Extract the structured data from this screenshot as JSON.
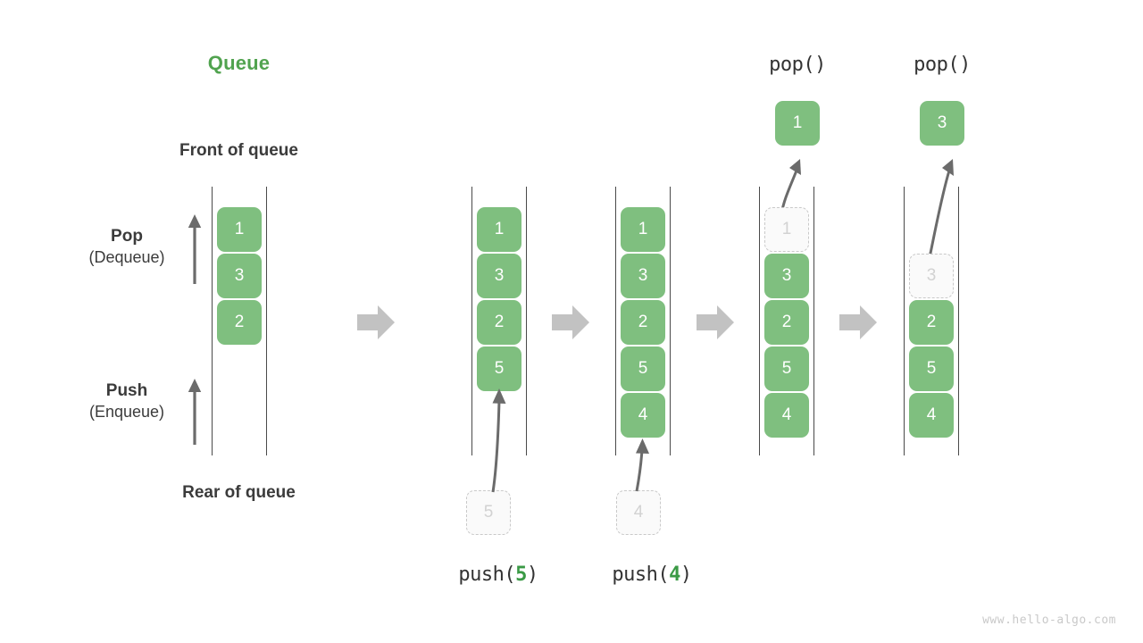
{
  "diagram": {
    "title": "Queue",
    "title_color": "#51a34f",
    "accent_green": "#7fbf7f",
    "accent_green_text": "#3a9a45",
    "ghost_fill": "#fafafa",
    "ghost_border": "#c9c9c9",
    "arrow_gray": "#c2c2c2",
    "line_gray": "#6b6b6b",
    "labels": {
      "front_of_queue": "Front of queue",
      "rear_of_queue": "Rear of queue",
      "pop_title": "Pop",
      "pop_sub": "(Dequeue)",
      "push_title": "Push",
      "push_sub": "(Enqueue)"
    },
    "watermark": "www.hello-algo.com",
    "columns": [
      {
        "id": "initial",
        "caption": "",
        "items": [
          "1",
          "3",
          "2"
        ],
        "ghost_index": -1,
        "incoming": null,
        "popped": null
      },
      {
        "id": "after-push-5",
        "caption_prefix": "push(",
        "caption_num": "5",
        "caption_suffix": ")",
        "items": [
          "1",
          "3",
          "2",
          "5"
        ],
        "ghost_index": -1,
        "incoming": "5",
        "popped": null
      },
      {
        "id": "after-push-4",
        "caption_prefix": "push(",
        "caption_num": "4",
        "caption_suffix": ")",
        "items": [
          "1",
          "3",
          "2",
          "5",
          "4"
        ],
        "ghost_index": -1,
        "incoming": "4",
        "popped": null
      },
      {
        "id": "after-pop-1",
        "head": "pop()",
        "items": [
          "1",
          "3",
          "2",
          "5",
          "4"
        ],
        "ghost_index": 0,
        "incoming": null,
        "popped": "1"
      },
      {
        "id": "after-pop-3",
        "head": "pop()",
        "items": [
          "",
          "3",
          "2",
          "5",
          "4"
        ],
        "ghost_index": 1,
        "incoming": null,
        "popped": "3"
      }
    ]
  }
}
